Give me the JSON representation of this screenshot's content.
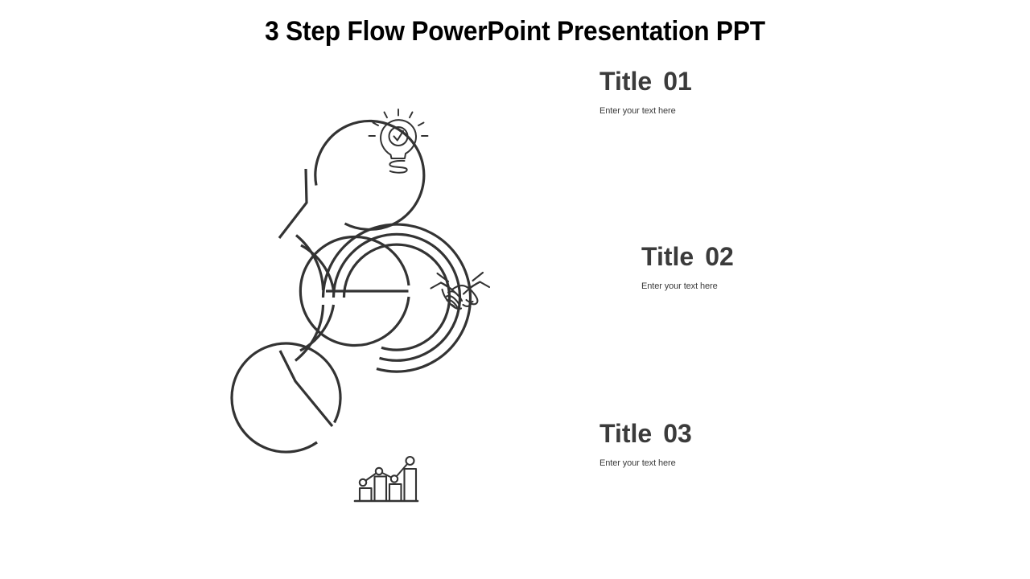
{
  "slide": {
    "title": "3 Step Flow PowerPoint Presentation PPT",
    "background_color": "#ffffff",
    "line_color": "#333333",
    "title_color": "#000000",
    "step_title_color": "#3b3b3b",
    "step_desc_color": "#3a3a3a"
  },
  "steps": [
    {
      "title_label": "Title",
      "number": "01",
      "description": "Enter your text here",
      "icon": "lightbulb-check-icon"
    },
    {
      "title_label": "Title",
      "number": "02",
      "description": "Enter your text here",
      "icon": "handshake-icon"
    },
    {
      "title_label": "Title",
      "number": "03",
      "description": "Enter your text here",
      "icon": "bar-chart-growth-icon"
    }
  ],
  "diagram": {
    "name": "three-step-radial-flow",
    "hub_label": "",
    "connector_count": 3
  }
}
